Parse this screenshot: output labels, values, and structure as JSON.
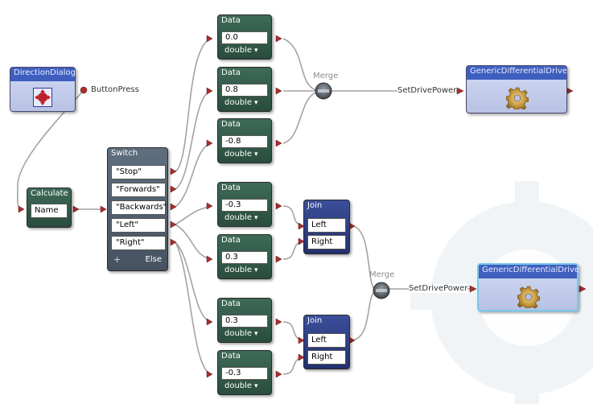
{
  "direction_dialog": {
    "title": "DirectionDialog",
    "output_label": "ButtonPress"
  },
  "calculate": {
    "title": "Calculate",
    "field": "Name"
  },
  "switch": {
    "title": "Switch",
    "cases": [
      "\"Stop\"",
      "\"Forwards\"",
      "\"Backwards\"",
      "\"Left\"",
      "\"Right\""
    ],
    "plus": "+",
    "else_label": "Else"
  },
  "data_nodes": [
    {
      "title": "Data",
      "value": "0.0",
      "type": "double"
    },
    {
      "title": "Data",
      "value": "0.8",
      "type": "double"
    },
    {
      "title": "Data",
      "value": "-0.8",
      "type": "double"
    },
    {
      "title": "Data",
      "value": "-0.3",
      "type": "double"
    },
    {
      "title": "Data",
      "value": "0.3",
      "type": "double"
    },
    {
      "title": "Data",
      "value": "0.3",
      "type": "double"
    },
    {
      "title": "Data",
      "value": "-0.3",
      "type": "double"
    }
  ],
  "joins": [
    {
      "title": "Join",
      "left": "Left",
      "right": "Right"
    },
    {
      "title": "Join",
      "left": "Left",
      "right": "Right"
    }
  ],
  "merges": [
    {
      "label": "Merge"
    },
    {
      "label": "Merge"
    }
  ],
  "connections": {
    "set_power_1": "SetDrivePower",
    "set_power_2": "SetDrivePower"
  },
  "drives": [
    {
      "title": "GenericDifferentialDrive"
    },
    {
      "title": "GenericDifferentialDrive"
    }
  ],
  "colors": {
    "wire": "#9c9c9c",
    "port": "#b03030",
    "data_node": "#2f5545",
    "join_node": "#2a3a80",
    "service_title": "#3f5fbf",
    "selection": "#74c8ee"
  },
  "icons": {
    "dialog": "dpad-icon",
    "drive": "gear-icon",
    "merge": "merge-icon"
  }
}
